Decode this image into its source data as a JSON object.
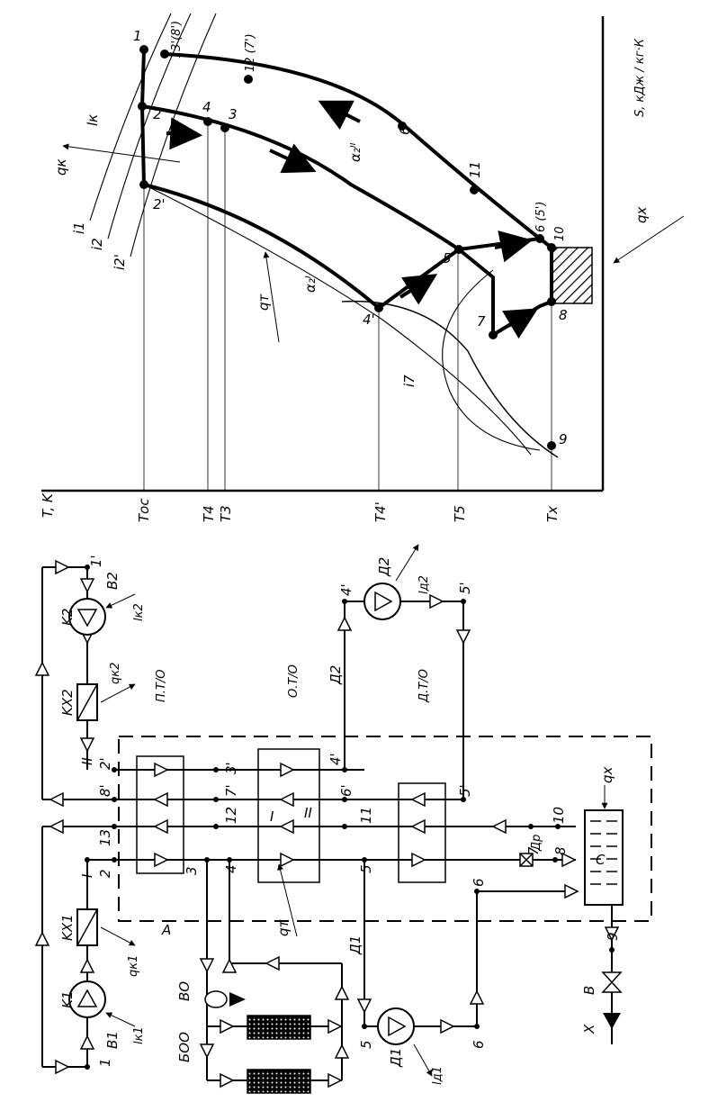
{
  "chart": {
    "axis_labels": {
      "temperature": "T, K",
      "entropy": "S, кДж / кг·К"
    },
    "temp_ticks": {
      "t_os": "Tос",
      "t4": "T4",
      "t3": "T3",
      "t4p": "T4'",
      "t5": "T5",
      "tx": "Tx"
    },
    "points": {
      "p1": "1",
      "p13": "13'(8')",
      "p12": "12 (7')",
      "p2": "2",
      "p4": "4",
      "p3": "3",
      "p2p": "2'",
      "p6p": "6'",
      "p11": "11",
      "p6": "6 (5')",
      "p10": "10",
      "p5": "5",
      "p4p": "4'",
      "p7": "7",
      "p8": "8",
      "p9": "9"
    },
    "labels": {
      "lk": "lк",
      "qk": "qк",
      "i1": "i1",
      "i2": "i2",
      "i2p": "i2'",
      "qt_up": "qт",
      "alpha_upper": "α₂ᴵᴵ",
      "alpha_lower": "α₂ᴵ",
      "i7": "i7",
      "qx": "qx"
    }
  },
  "scheme": {
    "units": {
      "pto": "П.Т/О",
      "oto": "О.Т/О",
      "dto": "Д.Т/О",
      "k1": "K1",
      "k2": "K2",
      "kx1": "KX1",
      "kx2": "KX2",
      "d1": "Д1",
      "d2": "Д2",
      "b1": "B1",
      "b2": "B2",
      "bo": "BO",
      "boo": "БОО",
      "c": "C",
      "dr": "Др",
      "valve": "B",
      "x": "X",
      "a": "A"
    },
    "labels": {
      "qk1": "qк1",
      "qk2": "qк2",
      "lk1": "lк1",
      "lk2": "lк2",
      "ld1": "lд1",
      "ld2": "lд2",
      "qt": "qт",
      "qx": "qx",
      "stream_I_left": "I",
      "stream_II_left": "II",
      "stream_I_mid": "I",
      "stream_II_mid": "II"
    },
    "nodes": {
      "n1": "1",
      "n1p": "1'",
      "n2": "2",
      "n2p": "2'",
      "n3": "3",
      "n3p": "3'",
      "n4": "4",
      "n4p": "4'",
      "n4pp": "4'",
      "n5": "5",
      "n5p": "5'",
      "n5pp": "5'",
      "n5b": "5",
      "n6": "6",
      "n6p": "6'",
      "n6b": "6",
      "n7": "7",
      "n7p": "7'",
      "n8": "8",
      "n8p": "8'",
      "n9": "9",
      "n10": "10",
      "n11": "11",
      "n12": "12",
      "n13": "13"
    }
  }
}
